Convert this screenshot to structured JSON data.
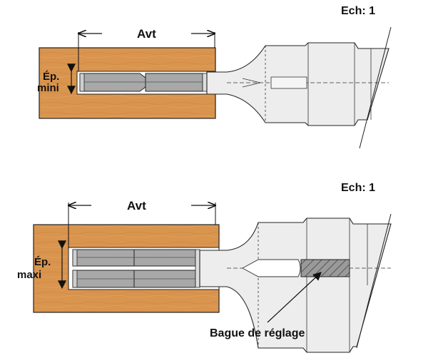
{
  "top_diagram": {
    "scale_label": "Ech: 1",
    "advance_label": "Avt",
    "thickness_label_line1": "Ép.",
    "thickness_label_line2": "mini"
  },
  "bottom_diagram": {
    "scale_label": "Ech: 1",
    "advance_label": "Avt",
    "thickness_label_line1": "Ép.",
    "thickness_label_line2": "maxi",
    "ring_label": "Bague de réglage"
  },
  "colors": {
    "wood": "#d9944e",
    "blade": "#a8a8a8",
    "tool_body": "#ededed",
    "outline": "#222222"
  }
}
